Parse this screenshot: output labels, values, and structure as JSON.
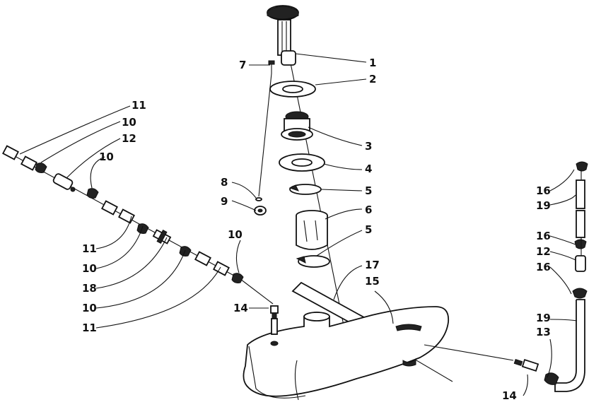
{
  "diagram": {
    "callouts": [
      {
        "id": "c1",
        "text": "1"
      },
      {
        "id": "c2",
        "text": "2"
      },
      {
        "id": "c3",
        "text": "3"
      },
      {
        "id": "c4",
        "text": "4"
      },
      {
        "id": "c5a",
        "text": "5"
      },
      {
        "id": "c5b",
        "text": "5"
      },
      {
        "id": "c6",
        "text": "6"
      },
      {
        "id": "c7",
        "text": "7"
      },
      {
        "id": "c8",
        "text": "8"
      },
      {
        "id": "c9",
        "text": "9"
      },
      {
        "id": "c10a",
        "text": "10"
      },
      {
        "id": "c10b",
        "text": "10"
      },
      {
        "id": "c10c",
        "text": "10"
      },
      {
        "id": "c10d",
        "text": "10"
      },
      {
        "id": "c10e",
        "text": "10"
      },
      {
        "id": "c11a",
        "text": "11"
      },
      {
        "id": "c11b",
        "text": "11"
      },
      {
        "id": "c11c",
        "text": "11"
      },
      {
        "id": "c12a",
        "text": "12"
      },
      {
        "id": "c12b",
        "text": "12"
      },
      {
        "id": "c13",
        "text": "13"
      },
      {
        "id": "c14a",
        "text": "14"
      },
      {
        "id": "c14b",
        "text": "14"
      },
      {
        "id": "c15",
        "text": "15"
      },
      {
        "id": "c16a",
        "text": "16"
      },
      {
        "id": "c16b",
        "text": "16"
      },
      {
        "id": "c16c",
        "text": "16"
      },
      {
        "id": "c17",
        "text": "17"
      },
      {
        "id": "c18",
        "text": "18"
      },
      {
        "id": "c19a",
        "text": "19"
      },
      {
        "id": "c19b",
        "text": "19"
      }
    ]
  }
}
